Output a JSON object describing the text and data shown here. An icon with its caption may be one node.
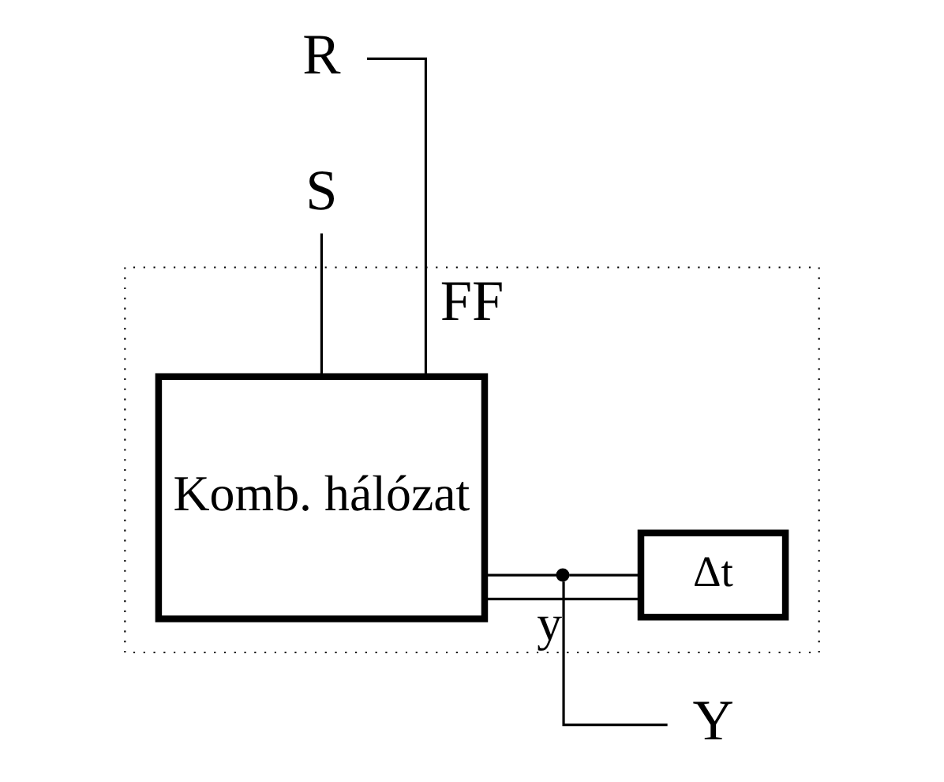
{
  "diagram": {
    "nodes": [
      {
        "text": [
          "FF"
        ]
      },
      {
        "text": [
          "Komb. hálózat"
        ],
        "in": 0
      },
      {
        "text": [
          "Δt"
        ],
        "in": 0
      },
      {
        "text": [
          "S"
        ]
      },
      {
        "text": [
          "R"
        ]
      },
      {
        "text": [
          "Y"
        ]
      },
      {
        "text": [],
        "shape": "circle",
        "in": 0
      }
    ],
    "edges": [
      {
        "from": 3,
        "to": 1,
        "arrow": "none"
      },
      {
        "from": 4,
        "to": 1,
        "arrow": "none"
      },
      {
        "from": 1,
        "to": 6,
        "arrow": "none"
      },
      {
        "from": 6,
        "to": 5,
        "arrow": "none"
      },
      {
        "from": 6,
        "to": 2,
        "arrow": "none"
      },
      {
        "from": 2,
        "to": 1,
        "arrow": "none",
        "label": "y"
      }
    ]
  }
}
